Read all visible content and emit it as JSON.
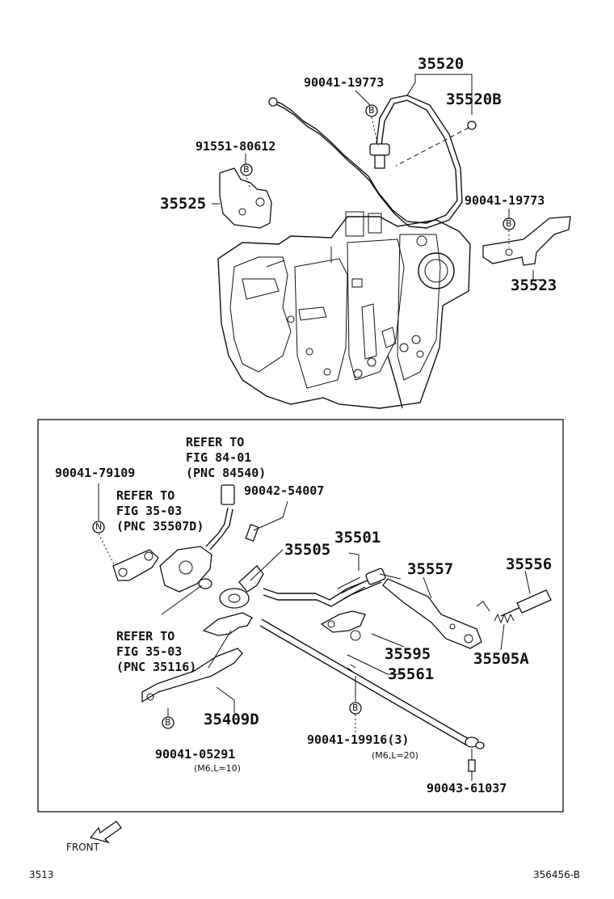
{
  "top_section": {
    "cable_pnc": "35520",
    "cable_bolt": "90041-19773",
    "cable_clip": "35520B",
    "bracket_bolt": "91551-80612",
    "bracket_pnc": "35525",
    "right_bolt": "90041-19773",
    "right_bracket_pnc": "35523",
    "bolt_symbols": [
      "B",
      "B",
      "B"
    ]
  },
  "detail_box": {
    "refer_a": [
      "REFER TO",
      "FIG 84-01",
      "(PNC 84540)"
    ],
    "refer_b": [
      "REFER TO",
      "FIG 35-03",
      "(PNC 35507D)"
    ],
    "refer_c": [
      "REFER TO",
      "FIG 35-03",
      "(PNC 35116)"
    ],
    "nut_pnc": "90041-79109",
    "nut_symbol": "N",
    "pin_pnc": "90042-54007",
    "lever_pnc": "35505",
    "shaft_pnc": "35501",
    "arm_pnc": "35557",
    "rod_pnc": "35556",
    "bracket_pnc": "35595",
    "spring_pnc": "35505A",
    "long_shaft_pnc": "35561",
    "plate_pnc": "35409D",
    "plate_bolt": "90041-05291",
    "plate_bolt_spec": "(M6,L=10)",
    "shaft_bolt": "90041-19916(3)",
    "shaft_bolt_spec": "(M6,L=20)",
    "end_pin_pnc": "90043-61037",
    "bolt_symbols": [
      "B",
      "B"
    ]
  },
  "footer": {
    "front_label": "FRONT",
    "fig_number": "3513",
    "illustration_id": "356456-B"
  }
}
